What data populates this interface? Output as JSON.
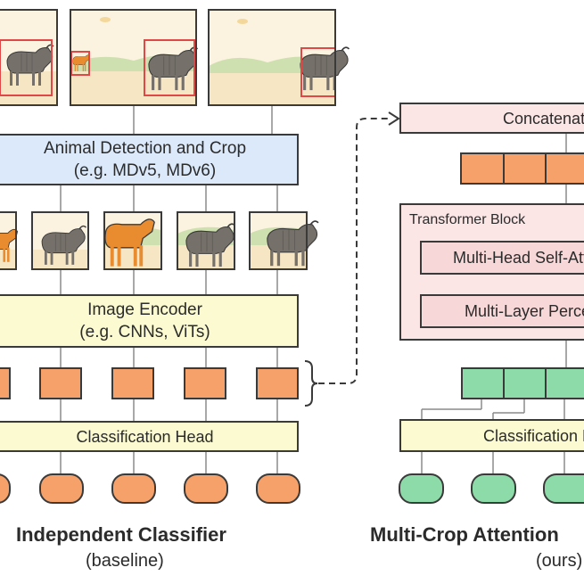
{
  "left": {
    "detection_line1": "Animal Detection and Crop",
    "detection_line2": "(e.g. MDv5, MDv6)",
    "encoder_line1": "Image Encoder",
    "encoder_line2": "(e.g. CNNs, ViTs)",
    "head_label": "Classification Head",
    "title": "Independent Classifier",
    "subtitle": "(baseline)"
  },
  "right": {
    "concat_label": "Concatenation",
    "transformer_label": "Transformer Block",
    "mhsa_label": "Multi-Head Self-Attention",
    "mlp_label": "Multi-Layer Perceptron",
    "head_label": "Classification Head",
    "title": "Multi-Crop Attention",
    "subtitle": "(ours)"
  },
  "colors": {
    "feature_orange": "#f6a16a",
    "feature_green": "#8ddba8",
    "detection_blue": "#dbe9fa",
    "encoder_yellow": "#fbfad1",
    "transformer_pink": "#fbe5e5"
  }
}
